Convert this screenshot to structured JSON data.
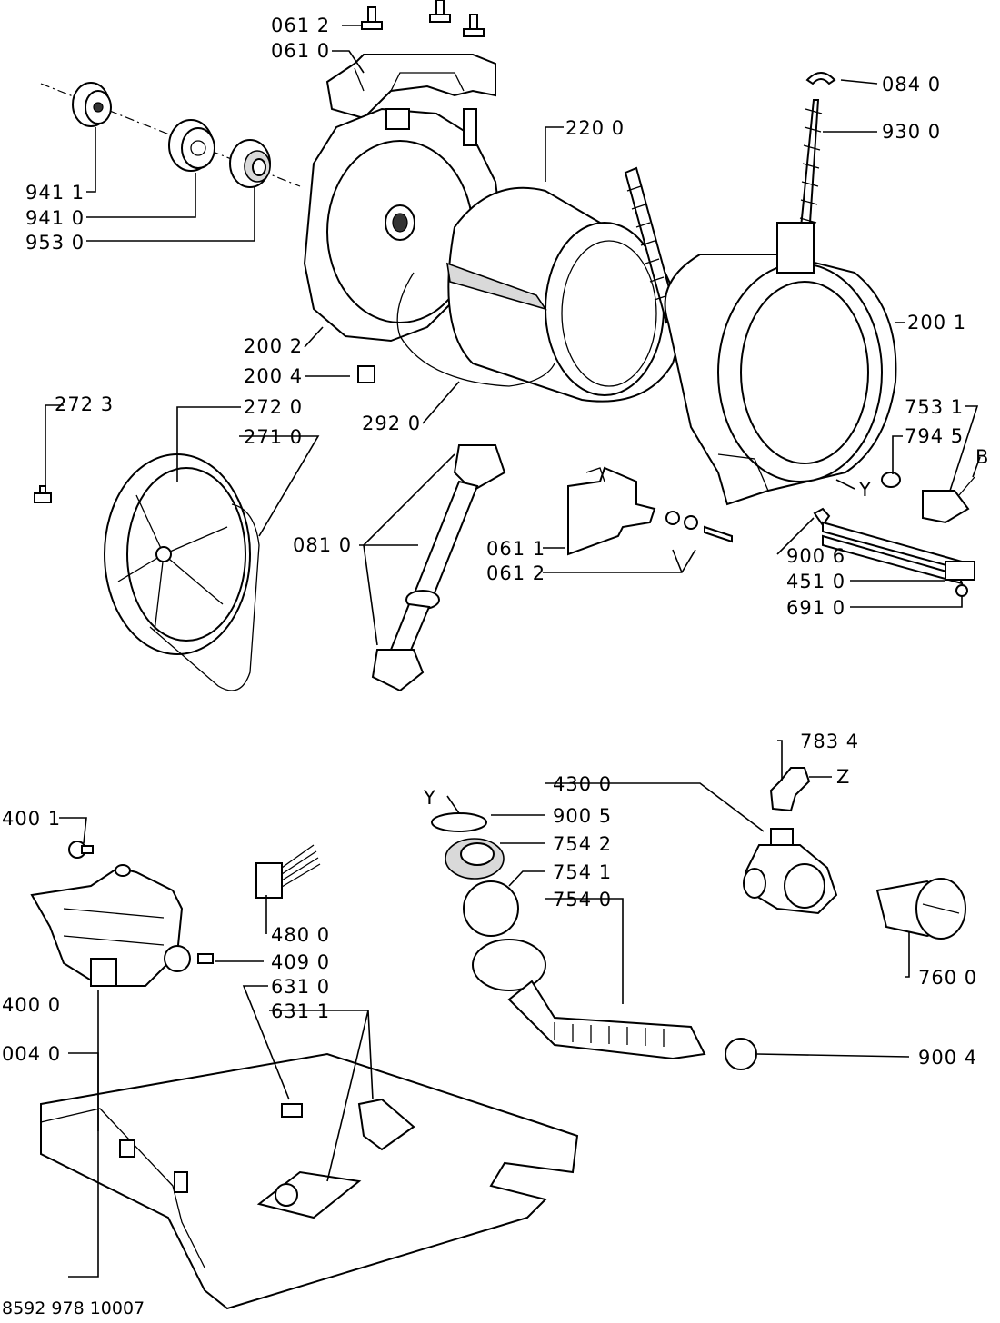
{
  "labels": {
    "l0612a": "061 2",
    "l0610": "061 0",
    "l0840": "084 0",
    "l9300": "930 0",
    "l2200": "220 0",
    "l9411": "941 1",
    "l9410": "941 0",
    "l9530": "953 0",
    "l2002": "200 2",
    "l2001": "200 1",
    "l2004": "200 4",
    "l2723": "272 3",
    "l2720": "272 0",
    "l2710": "271 0",
    "l2920": "292 0",
    "l7531": "753 1",
    "l7945": "794 5",
    "lB": "B",
    "lY1": "Y",
    "l0810": "081 0",
    "l0611": "061 1",
    "l0612b": "061 2",
    "l9006": "900 6",
    "l4510": "451 0",
    "l6910": "691 0",
    "l7834": "783 4",
    "lZ": "Z",
    "l4300": "430 0",
    "lY2": "Y",
    "l9005": "900 5",
    "l7542": "754 2",
    "l7541": "754 1",
    "l7540": "754 0",
    "l7600": "760 0",
    "l9004": "900 4",
    "l4001": "400 1",
    "l4800": "480 0",
    "l4090": "409 0",
    "l6310": "631 0",
    "l6311": "631 1",
    "l4000": "400 0",
    "l0040": "004 0"
  },
  "document_number": "8592 978 10007"
}
